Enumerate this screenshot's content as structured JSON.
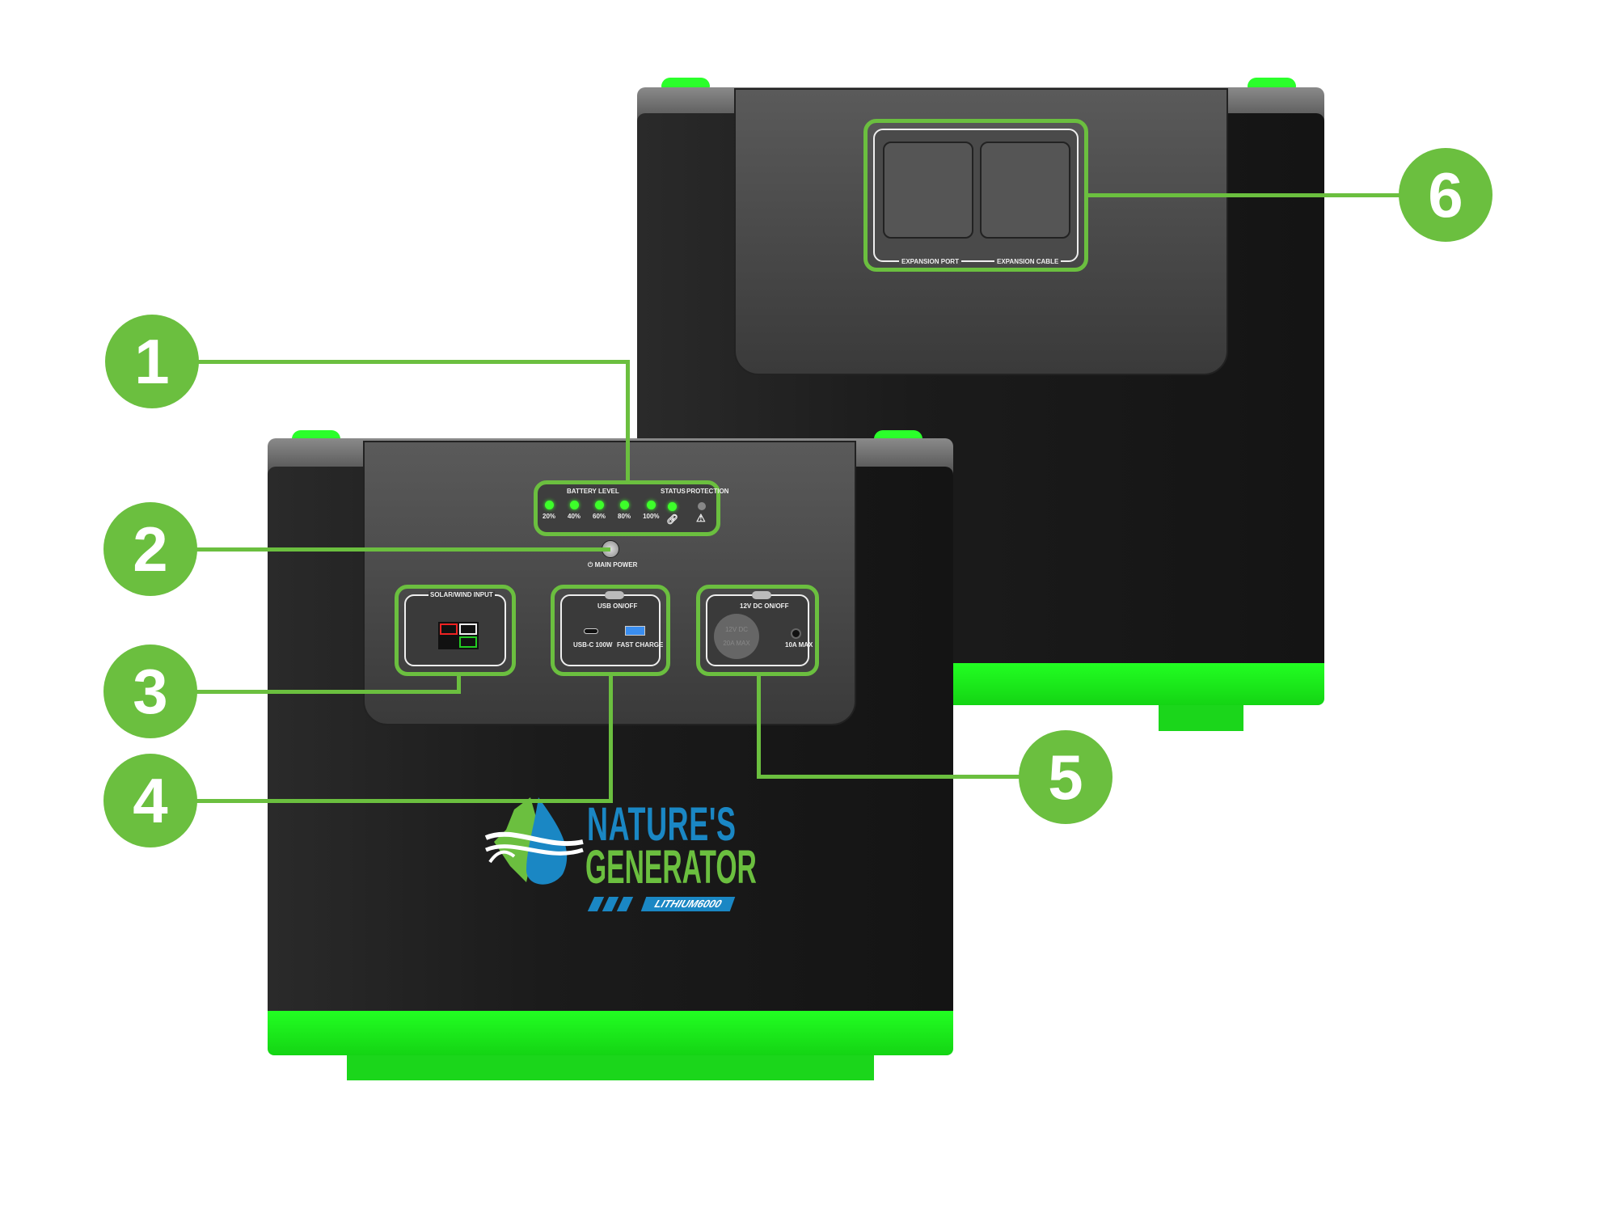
{
  "product": {
    "brand_line1": "NATURE'S",
    "brand_line2": "GENERATOR",
    "model": "LITHIUM6000"
  },
  "control_panel": {
    "battery_label": "BATTERY LEVEL",
    "levels": [
      "20%",
      "40%",
      "60%",
      "80%",
      "100%"
    ],
    "status_label": "STATUS",
    "protection_label": "PROTECTION",
    "main_power_label": "MAIN POWER"
  },
  "ports": {
    "solar_label": "SOLAR/WIND INPUT",
    "usb_onoff_label": "USB ON/OFF",
    "usbc_label": "USB-C 100W",
    "fast_charge_label": "FAST CHARGE",
    "dc_onoff_label": "12V DC ON/OFF",
    "cig_cap_line1": "12V DC",
    "cig_cap_line2": "20A MAX",
    "dc_jack_label": "10A MAX"
  },
  "back": {
    "expansion_port_label": "EXPANSION PORT",
    "expansion_cable_label": "EXPANSION CABLE"
  },
  "callouts": [
    "1",
    "2",
    "3",
    "4",
    "5",
    "6"
  ],
  "colors": {
    "accent": "#6bbf3f",
    "base_green": "#1bff1b",
    "brand_blue": "#1a87c4"
  }
}
